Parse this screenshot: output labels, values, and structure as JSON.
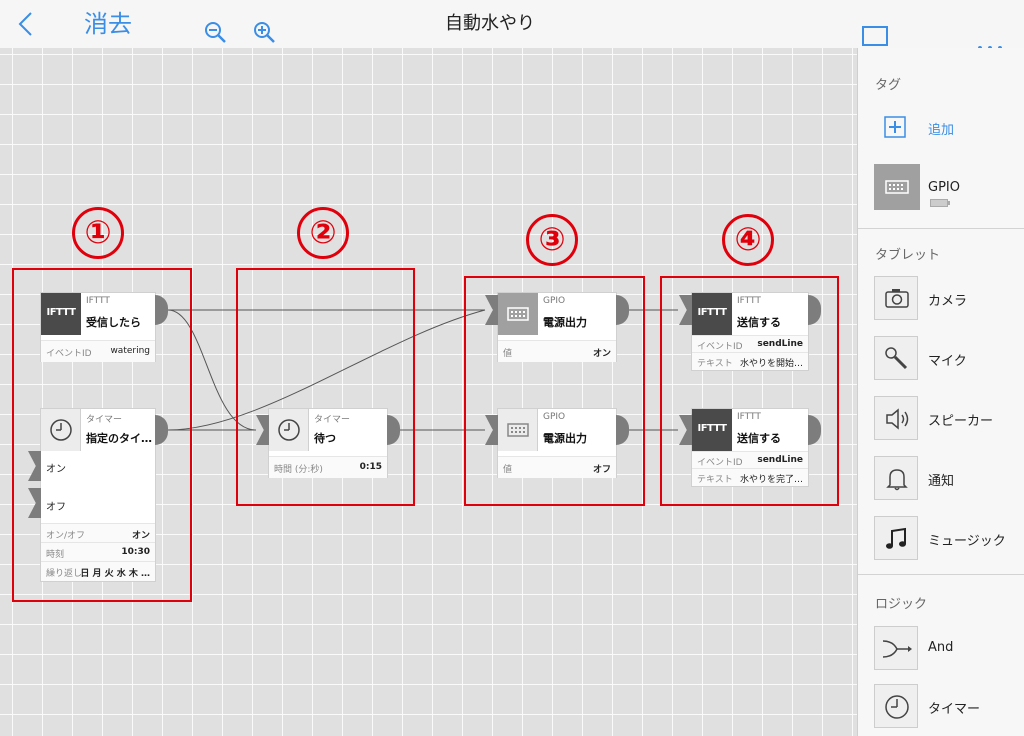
{
  "toolbar": {
    "back_icon": "chevron-left-icon",
    "delete_label": "消去",
    "zoom_out_icon": "zoom-out-icon",
    "zoom_in_icon": "zoom-in-icon",
    "title": "自動水やり",
    "panel_icon": "panel-icon",
    "more_icon": "more-icon"
  },
  "sidebar": {
    "tags_header": "タグ",
    "add_label": "追加",
    "gpio_label": "GPIO",
    "tablet_header": "タブレット",
    "tablet_items": [
      "カメラ",
      "マイク",
      "スピーカー",
      "通知",
      "ミュージック"
    ],
    "logic_header": "ロジック",
    "logic_items": [
      "And",
      "タイマー"
    ]
  },
  "annotations": [
    "①",
    "②",
    "③",
    "④"
  ],
  "nodes": {
    "ifttt_receive": {
      "type": "IFTTT",
      "name": "受信したら",
      "p1_key": "イベントID",
      "p1_val": "watering"
    },
    "timer1": {
      "type": "タイマー",
      "name": "指定のタイ…",
      "on": "オン",
      "off": "オフ",
      "p1_key": "オン/オフ",
      "p1_val": "オン",
      "p2_key": "時刻",
      "p2_val": "10:30",
      "p3_key": "繰り返し",
      "p3_val": "日 月 火 水 木 …"
    },
    "timer2": {
      "type": "タイマー",
      "name": "待つ",
      "p1_key": "時間 (分:秒)",
      "p1_val": "0:15"
    },
    "gpio1": {
      "type": "GPIO",
      "name": "電源出力",
      "p1_key": "値",
      "p1_val": "オン"
    },
    "gpio2": {
      "type": "GPIO",
      "name": "電源出力",
      "p1_key": "値",
      "p1_val": "オフ"
    },
    "ifttt_send1": {
      "type": "IFTTT",
      "name": "送信する",
      "p1_key": "イベントID",
      "p1_val": "sendLine",
      "p2_key": "テキスト",
      "p2_val": "水やりを開始…"
    },
    "ifttt_send2": {
      "type": "IFTTT",
      "name": "送信する",
      "p1_key": "イベントID",
      "p1_val": "sendLine",
      "p2_key": "テキスト",
      "p2_val": "水やりを完了…"
    }
  },
  "icon_text": "IFTTT",
  "colors": {
    "accent": "#3a8ee6",
    "annotation": "#e0000b",
    "node_dark": "#4a4a4a",
    "port": "#7d7d7d"
  }
}
